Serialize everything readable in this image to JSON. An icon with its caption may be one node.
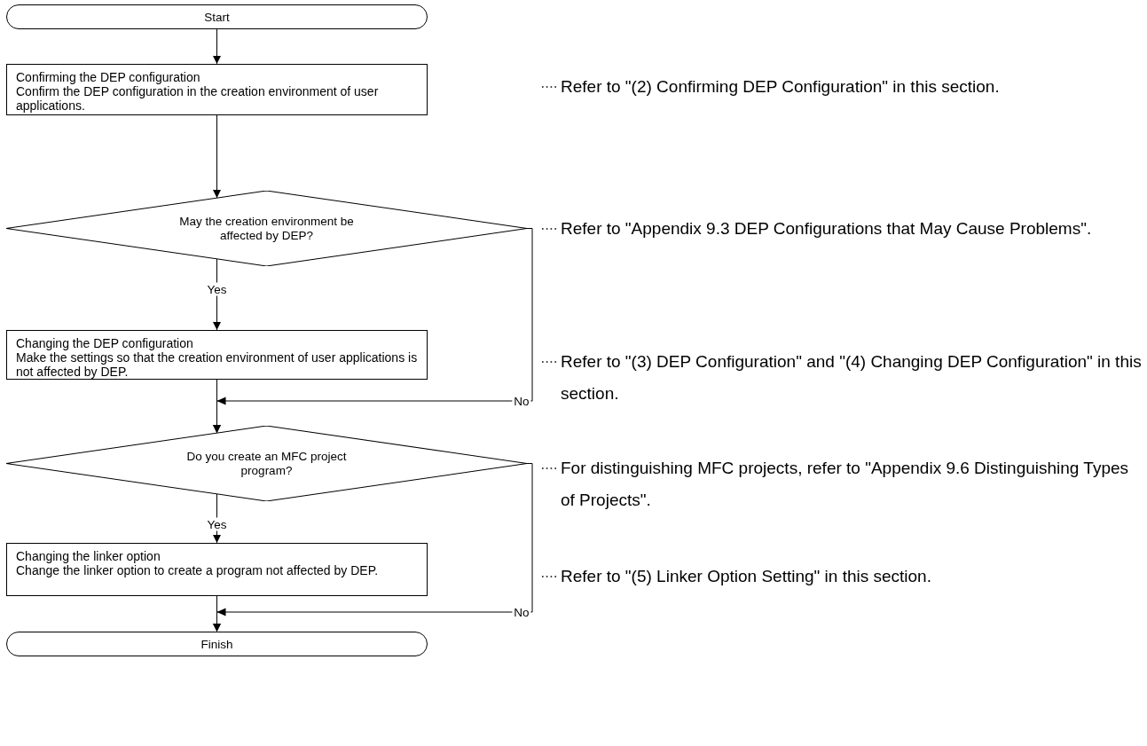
{
  "diagram": {
    "nodes": [
      {
        "text": [
          "Start"
        ]
      },
      {
        "text": [
          "Confirming the DEP configuration",
          "Confirm the DEP configuration in the creation environment of user applications."
        ]
      },
      {
        "text": [
          "May the creation environment be affected by DEP?"
        ]
      },
      {
        "text": [
          "Changing the DEP configuration",
          "Make the settings so that the creation environment of user applications is not affected by DEP."
        ]
      },
      {
        "text": [
          "Do you create an MFC project program?"
        ]
      },
      {
        "text": [
          "Changing the linker option",
          "Change the linker option to create a program not affected by DEP."
        ]
      },
      {
        "text": [
          "Finish"
        ]
      }
    ],
    "edges": [
      {
        "from": 0,
        "to": 1,
        "arrow": "to"
      },
      {
        "from": 1,
        "to": 2,
        "arrow": "to"
      },
      {
        "from": 2,
        "to": 3,
        "arrow": "to",
        "label": "Yes"
      },
      {
        "from": 3,
        "to": 4,
        "arrow": "to"
      },
      {
        "from": 2,
        "to": 4,
        "arrow": "to",
        "label": "No"
      },
      {
        "from": 4,
        "to": 5,
        "arrow": "to",
        "label": "Yes"
      },
      {
        "from": 5,
        "to": 6,
        "arrow": "to"
      },
      {
        "from": 4,
        "to": 6,
        "arrow": "to",
        "label": "No"
      }
    ],
    "labels": [
      "Refer to \"(2) Confirming DEP Configuration\" in this section.",
      "Refer to \"Appendix 9.3 DEP Configurations that May Cause Problems\".",
      "Refer to \"(3) DEP Configuration\" and \"(4) Changing DEP Configuration\" in this section.",
      "For distinguishing MFC projects, refer to \"Appendix 9.6 Distinguishing Types of Projects\".",
      "Refer to \"(5) Linker Option Setting\" in this section."
    ]
  }
}
